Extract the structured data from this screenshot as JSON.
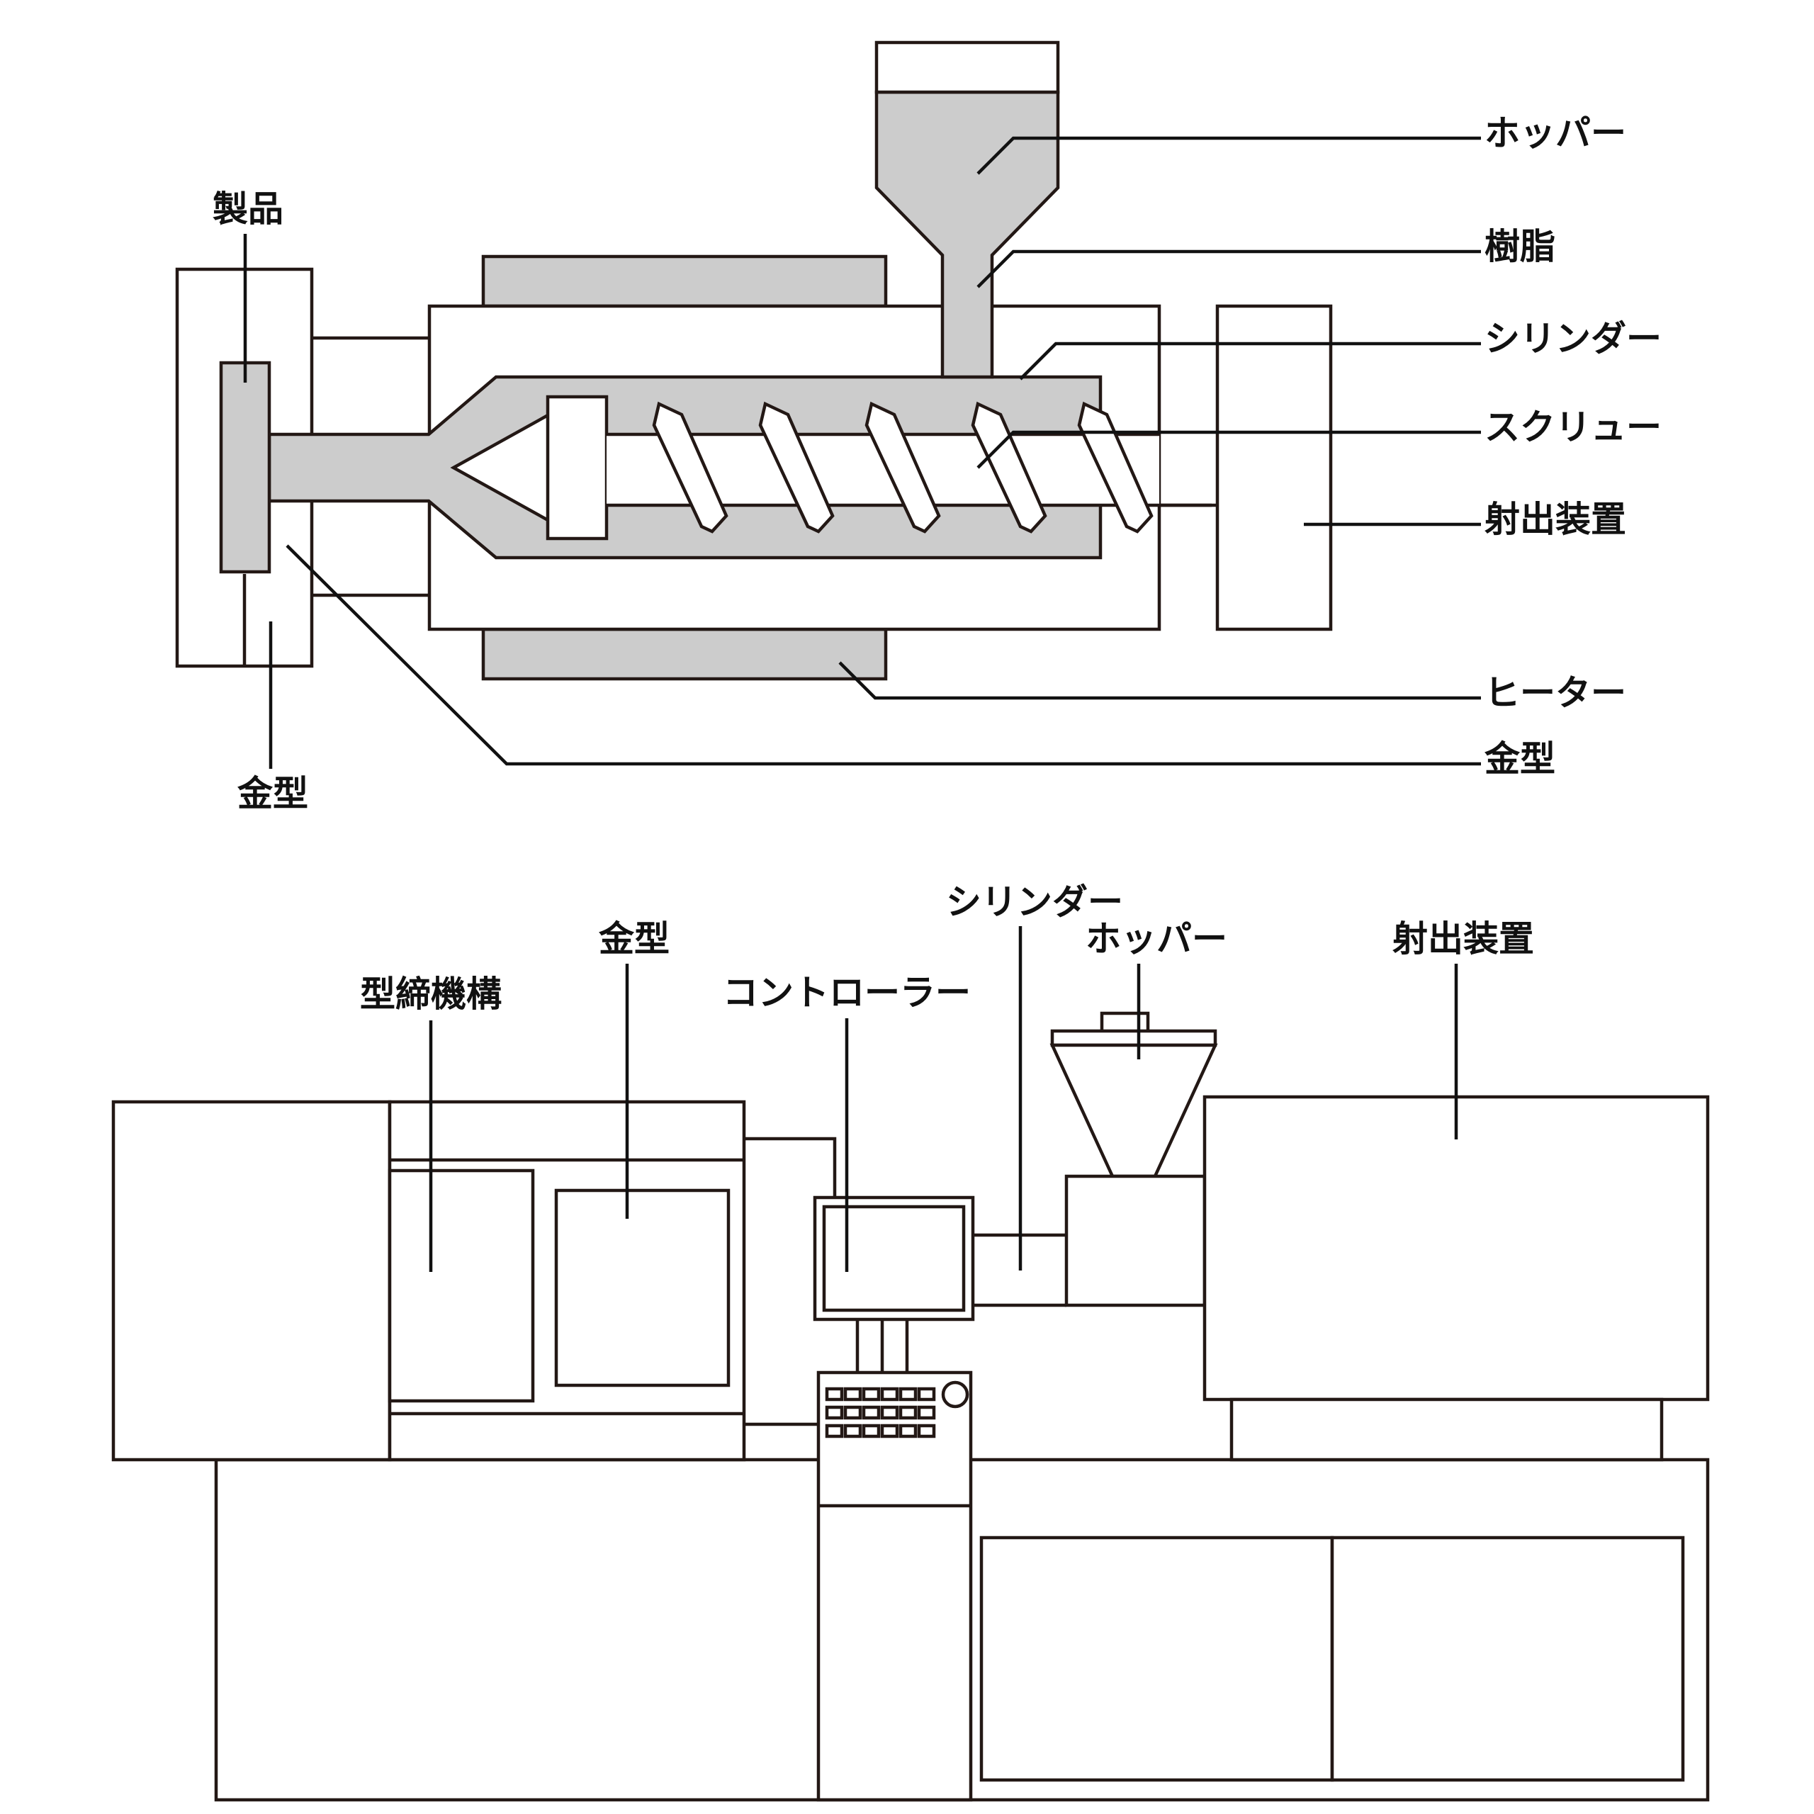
{
  "colors": {
    "stroke": "#231815",
    "fill": "#cccccc",
    "background": "#ffffff",
    "text": "#111111"
  },
  "top_diagram": {
    "labels": {
      "hopper": "ホッパー",
      "resin": "樹脂",
      "cylinder": "シリンダー",
      "screw": "スクリュー",
      "injection_unit": "射出装置",
      "heater": "ヒーター",
      "mold_right": "金型",
      "product": "製品",
      "mold_bottom": "金型"
    }
  },
  "bottom_diagram": {
    "labels": {
      "clamping_unit": "型締機構",
      "mold": "金型",
      "controller": "コントローラー",
      "cylinder": "シリンダー",
      "hopper": "ホッパー",
      "injection_unit": "射出装置"
    }
  }
}
